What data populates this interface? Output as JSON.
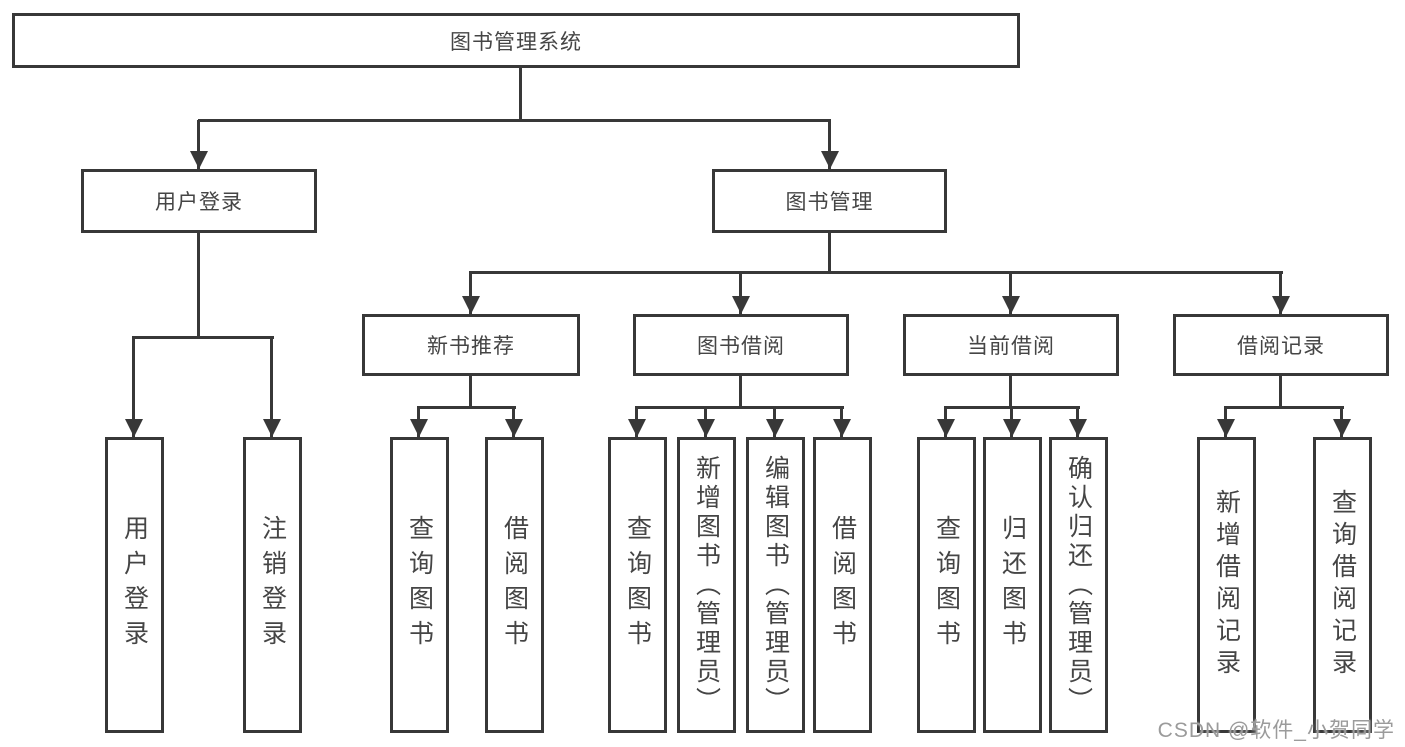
{
  "nodes": {
    "root": {
      "label": "图书管理系统"
    },
    "level2": [
      {
        "label": "用户登录"
      },
      {
        "label": "图书管理"
      }
    ],
    "level3": [
      {
        "label": "新书推荐"
      },
      {
        "label": "图书借阅"
      },
      {
        "label": "当前借阅"
      },
      {
        "label": "借阅记录"
      }
    ],
    "leaves": {
      "user_login": [
        {
          "label": "用户登录"
        },
        {
          "label": "注销登录"
        }
      ],
      "new_book_recommend": [
        {
          "label": "查询图书"
        },
        {
          "label": "借阅图书"
        }
      ],
      "book_borrow": [
        {
          "label": "查询图书"
        },
        {
          "label": "新增图书（管理员）"
        },
        {
          "label": "编辑图书（管理员）"
        },
        {
          "label": "借阅图书"
        }
      ],
      "current_borrow": [
        {
          "label": "查询图书"
        },
        {
          "label": "归还图书"
        },
        {
          "label": "确认归还（管理员）"
        }
      ],
      "borrow_record": [
        {
          "label": "新增借阅记录"
        },
        {
          "label": "查询借阅记录"
        }
      ]
    }
  },
  "watermark": {
    "text": "CSDN @软件_小贺同学"
  },
  "colors": {
    "line": "#383838",
    "border": "#383838",
    "text": "#454545",
    "watermark": "#9b9b9b",
    "background": "#ffffff"
  }
}
